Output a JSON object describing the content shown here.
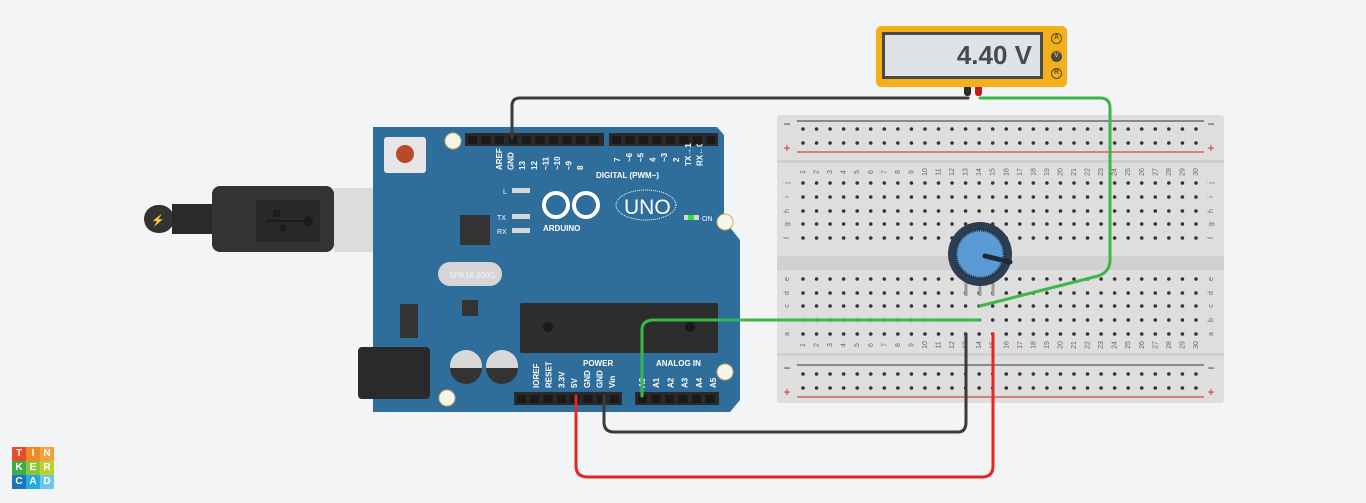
{
  "app": {
    "brand": "TINKERCAD",
    "logo_letters": [
      "T",
      "I",
      "N",
      "K",
      "E",
      "R",
      "C",
      "A",
      "D"
    ],
    "logo_colors": [
      "#e84d2b",
      "#f08a24",
      "#f2a13c",
      "#3ead48",
      "#8bc53f",
      "#b9d432",
      "#1b75bb",
      "#28a8e0",
      "#6ec6ea"
    ]
  },
  "multimeter": {
    "reading": "4.40 V",
    "modes": [
      {
        "label": "A",
        "active": false
      },
      {
        "label": "V",
        "active": true
      },
      {
        "label": "R",
        "active": false
      }
    ],
    "body_color": "#f3b01a"
  },
  "arduino": {
    "name": "ARDUINO",
    "model": "UNO",
    "crystal_label": "SPK16.000G",
    "digital_header_label": "DIGITAL (PWM~)",
    "power_header_label": "POWER",
    "analog_header_label": "ANALOG IN",
    "on_label": "ON",
    "led_labels": [
      "L",
      "TX",
      "RX"
    ],
    "digital_pins": [
      "AREF",
      "GND",
      "13",
      "12",
      "~11",
      "~10",
      "~9",
      "8",
      "7",
      "~6",
      "~5",
      "4",
      "~3",
      "2",
      "TX→1",
      "RX←0"
    ],
    "power_pins": [
      "IOREF",
      "RESET",
      "3.3V",
      "5V",
      "GND",
      "GND",
      "Vin"
    ],
    "analog_pins": [
      "A0",
      "A1",
      "A2",
      "A3",
      "A4",
      "A5"
    ],
    "board_color": "#2f6d9b"
  },
  "breadboard": {
    "columns": [
      "1",
      "2",
      "3",
      "4",
      "5",
      "6",
      "7",
      "8",
      "9",
      "10",
      "11",
      "12",
      "13",
      "14",
      "15",
      "16",
      "17",
      "18",
      "19",
      "20",
      "21",
      "22",
      "23",
      "24",
      "25",
      "26",
      "27",
      "28",
      "29",
      "30"
    ],
    "rows_top": [
      "j",
      "i",
      "h",
      "g",
      "f"
    ],
    "rows_bottom": [
      "e",
      "d",
      "c",
      "b",
      "a"
    ],
    "rail_minus": "−",
    "rail_plus": "+"
  },
  "wires": [
    {
      "name": "gnd-to-multimeter",
      "color": "#3a3a3a"
    },
    {
      "name": "multimeter-to-pot-wiper",
      "color": "#3cb64a"
    },
    {
      "name": "a0-to-pot",
      "color": "#3cb64a"
    },
    {
      "name": "gnd-to-pot",
      "color": "#3a3a3a"
    },
    {
      "name": "5v-to-pot",
      "color": "#e32626"
    }
  ]
}
